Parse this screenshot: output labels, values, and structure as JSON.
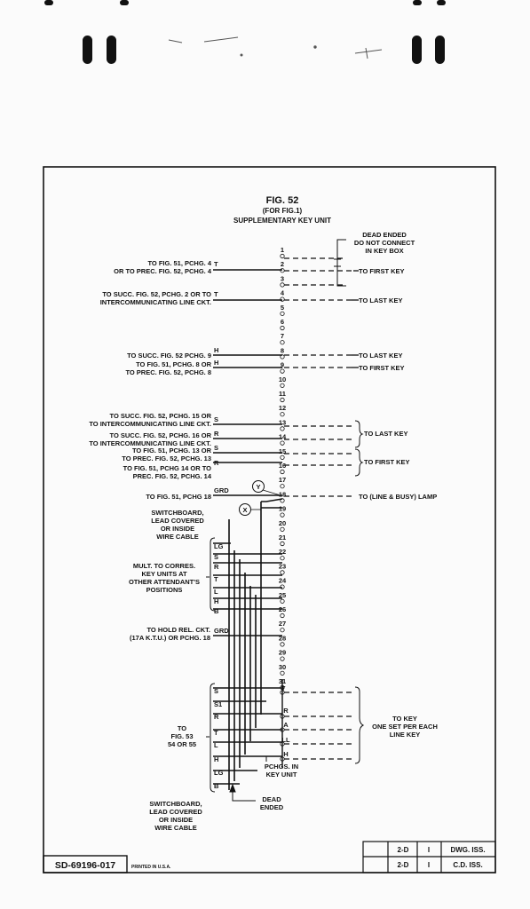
{
  "figure": {
    "title": "FIG. 52",
    "subtitle": "(FOR FIG.1)",
    "caption": "SUPPLEMENTARY KEY UNIT"
  },
  "top_note": [
    "DEAD ENDED",
    "DO NOT CONNECT",
    "IN KEY BOX"
  ],
  "terminals": [
    "1",
    "2",
    "3",
    "4",
    "5",
    "6",
    "7",
    "8",
    "9",
    "10",
    "11",
    "12",
    "13",
    "14",
    "15",
    "16",
    "17",
    "18",
    "19",
    "20",
    "21",
    "22",
    "23",
    "24",
    "25",
    "26",
    "27",
    "28",
    "29",
    "30",
    "31"
  ],
  "left_labels": {
    "l1": [
      "TO FIG. 51, PCHG. 4",
      "OR TO PREC. FIG. 52, PCHG. 4"
    ],
    "l2": [
      "TO SUCC. FIG. 52, PCHG. 2 OR TO",
      "INTERCOMMUNICATING LINE CKT."
    ],
    "l3": [
      "TO SUCC. FIG. 52 PCHG. 9"
    ],
    "l4": [
      "TO FIG. 51, PCHG. 8 OR",
      "TO PREC. FIG. 52, PCHG. 8"
    ],
    "l5": [
      "TO SUCC. FIG. 52, PCHG. 15 OR",
      "TO INTERCOMMUNICATING LINE CKT."
    ],
    "l6": [
      "TO SUCC. FIG. 52, PCHG. 16 OR",
      "TO INTERCOMMUNICATING LINE CKT."
    ],
    "l7": [
      "TO FIG. 51, PCHG. 13 OR",
      "TO PREC. FIG. 52, PCHG. 13"
    ],
    "l8": [
      "TO FIG. 51, PCHG 14 OR TO",
      "PREC. FIG. 52, PCHG. 14"
    ],
    "l9": [
      "TO FIG. 51, PCHG 18"
    ],
    "l10": [
      "SWITCHBOARD,",
      "LEAD COVERED",
      "OR INSIDE",
      "WIRE CABLE"
    ],
    "l11": [
      "MULT. TO CORRES.",
      "KEY UNITS AT",
      "OTHER ATTENDANT'S",
      "POSITIONS"
    ],
    "l12": [
      "TO HOLD REL. CKT.",
      "(17A K.T.U.) OR PCHG. 18"
    ],
    "l13": [
      "TO",
      "FIG. 53",
      "54 OR 55"
    ],
    "l14": [
      "SWITCHBOARD,",
      "LEAD COVERED",
      "OR INSIDE",
      "WIRE CABLE"
    ]
  },
  "wire_letters": {
    "t1": "T",
    "t2": "T",
    "h1": "H",
    "h2": "H",
    "s1": "S",
    "r1": "R",
    "s2": "S",
    "r2": "R",
    "grd1": "GRD",
    "m1": [
      "LG",
      "S",
      "R",
      "T",
      "L",
      "H",
      "B"
    ],
    "grd2": "GRD",
    "b1": [
      "S",
      "S1",
      "R",
      "T",
      "L",
      "H",
      "LG",
      "B"
    ],
    "tr": [
      "T",
      "R",
      "A",
      "LL",
      "H"
    ]
  },
  "markers": {
    "y": "Y",
    "x": "X"
  },
  "right_labels": {
    "first_key_1": "TO FIRST KEY",
    "last_key_1": "TO LAST KEY",
    "last_key_2": "TO LAST KEY",
    "first_key_2": "TO FIRST KEY",
    "last_key_3": "TO LAST KEY",
    "first_key_3": "TO FIRST KEY",
    "lamp": "TO (LINE & BUSY) LAMP",
    "key_set": [
      "TO KEY",
      "ONE SET PER EACH",
      "LINE KEY"
    ]
  },
  "bottom_notes": {
    "pchgs": [
      "PCHGS. IN",
      "KEY UNIT"
    ],
    "dead": [
      "DEAD",
      "ENDED"
    ]
  },
  "title_block": {
    "rows": [
      {
        "c1": "2-D",
        "c2": "I",
        "c3": "DWG. ISS."
      },
      {
        "c1": "2-D",
        "c2": "I",
        "c3": "C.D. ISS."
      }
    ]
  },
  "doc_number": "SD-69196-017",
  "printed": "PRINTED IN U.S.A."
}
